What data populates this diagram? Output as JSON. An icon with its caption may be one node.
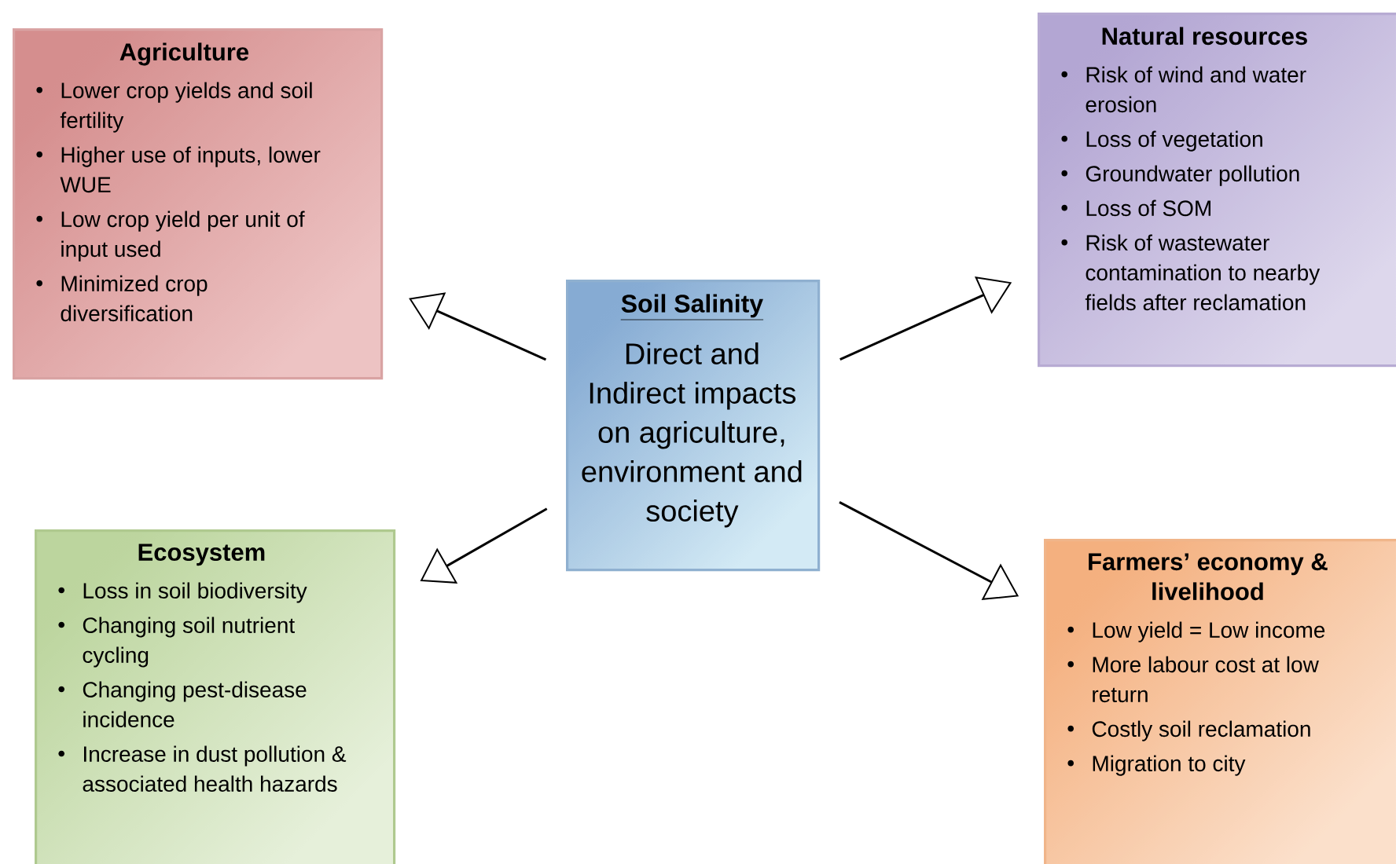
{
  "diagram": {
    "nodes": [
      {
        "text": [
          "Agriculture",
          "Lower crop yields and soil fertility",
          "Higher use of inputs, lower WUE",
          "Low crop yield per unit of input used",
          "Minimized crop diversification"
        ]
      },
      {
        "text": [
          "Natural resources",
          "Risk of wind and water erosion",
          "Loss of vegetation",
          "Groundwater pollution",
          "Loss of SOM",
          "Risk of wastewater contamination to nearby fields after reclamation"
        ]
      },
      {
        "text": [
          "Soil Salinity",
          "Direct and Indirect impacts on agriculture, environment and society"
        ]
      },
      {
        "text": [
          "Ecosystem",
          "Loss in soil biodiversity",
          "Changing soil nutrient cycling",
          "Changing pest-disease incidence",
          "Increase in dust pollution & associated health hazards"
        ]
      },
      {
        "text": [
          "Farmers’ economy & livelihood",
          "Low yield = Low income",
          "More labour cost at low return",
          "Costly soil reclamation",
          "Migration to city"
        ]
      }
    ],
    "edges": [
      {
        "from": 2,
        "to": 0,
        "arrow": "to"
      },
      {
        "from": 2,
        "to": 1,
        "arrow": "to"
      },
      {
        "from": 2,
        "to": 3,
        "arrow": "to"
      },
      {
        "from": 2,
        "to": 4,
        "arrow": "to"
      }
    ]
  }
}
